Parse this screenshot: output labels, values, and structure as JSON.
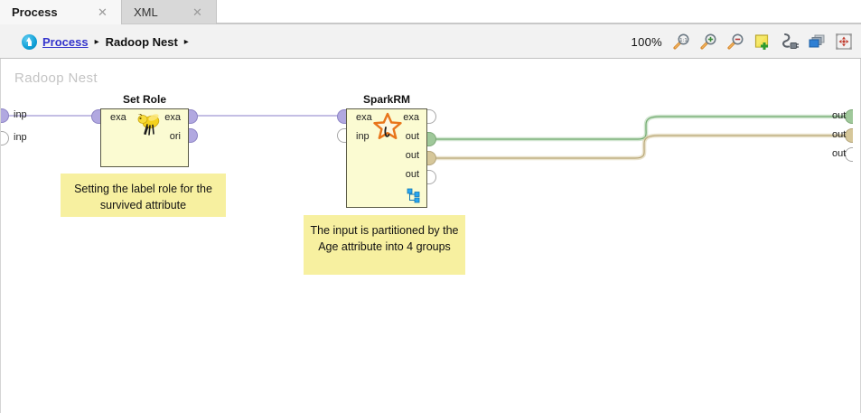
{
  "tabs": [
    {
      "label": "Process",
      "active": true,
      "close_icon": "close-icon"
    },
    {
      "label": "XML",
      "active": false,
      "close_icon": "close-icon"
    }
  ],
  "breadcrumb": {
    "home_icon": "up-arrow-circle-icon",
    "link": "Process",
    "separator": "▸",
    "current": "Radoop Nest",
    "trailing_separator": "▸"
  },
  "toolbar": {
    "zoom_level": "100%",
    "buttons": [
      {
        "name": "zoom-reset-icon",
        "tip": "Zoom 1:1"
      },
      {
        "name": "zoom-in-icon",
        "tip": "Zoom In"
      },
      {
        "name": "zoom-out-icon",
        "tip": "Zoom Out"
      },
      {
        "name": "add-note-icon",
        "tip": "Add Comment"
      },
      {
        "name": "auto-wire-icon",
        "tip": "Auto Wire"
      },
      {
        "name": "layers-icon",
        "tip": "Arrange Layers"
      },
      {
        "name": "fit-to-screen-icon",
        "tip": "Auto Fit"
      }
    ]
  },
  "canvas": {
    "watermark": "Radoop Nest",
    "nest_input_ports": [
      {
        "label": "inp",
        "connected": true
      },
      {
        "label": "inp",
        "connected": false
      }
    ],
    "nest_output_ports": [
      {
        "label": "out",
        "connected": true,
        "color": "green"
      },
      {
        "label": "out",
        "connected": true,
        "color": "tan"
      },
      {
        "label": "out",
        "connected": false,
        "color": "none"
      }
    ],
    "operators": [
      {
        "id": "set-role",
        "title": "Set Role",
        "icon": "bee-icon",
        "inputs": [
          {
            "label": "exa",
            "connected": true
          }
        ],
        "outputs": [
          {
            "label": "exa",
            "connected": true
          },
          {
            "label": "ori",
            "connected": true
          }
        ],
        "has_subprocess": false
      },
      {
        "id": "sparkrm",
        "title": "SparkRM",
        "icon": "star-icon",
        "inputs": [
          {
            "label": "exa",
            "connected": true
          },
          {
            "label": "inp",
            "connected": false
          }
        ],
        "outputs": [
          {
            "label": "exa",
            "connected": false,
            "color": "none"
          },
          {
            "label": "out",
            "connected": true,
            "color": "green"
          },
          {
            "label": "out",
            "connected": true,
            "color": "tan"
          },
          {
            "label": "out",
            "connected": false,
            "color": "none"
          }
        ],
        "has_subprocess": true,
        "subprocess_icon": "subprocess-tree-icon"
      }
    ],
    "notes": [
      {
        "id": "note-set-role",
        "text": "Setting the label role for the survived attribute"
      },
      {
        "id": "note-sparkrm",
        "text": "The input is partitioned by the Age attribute into 4 groups"
      }
    ]
  },
  "colors": {
    "operator_body": "#fbfbd2",
    "note_bg": "#f7f0a0",
    "wire_lavender": "#b0a8dc",
    "wire_green": "#9bc79a",
    "wire_tan": "#d5c79c",
    "link": "#3333cc"
  }
}
